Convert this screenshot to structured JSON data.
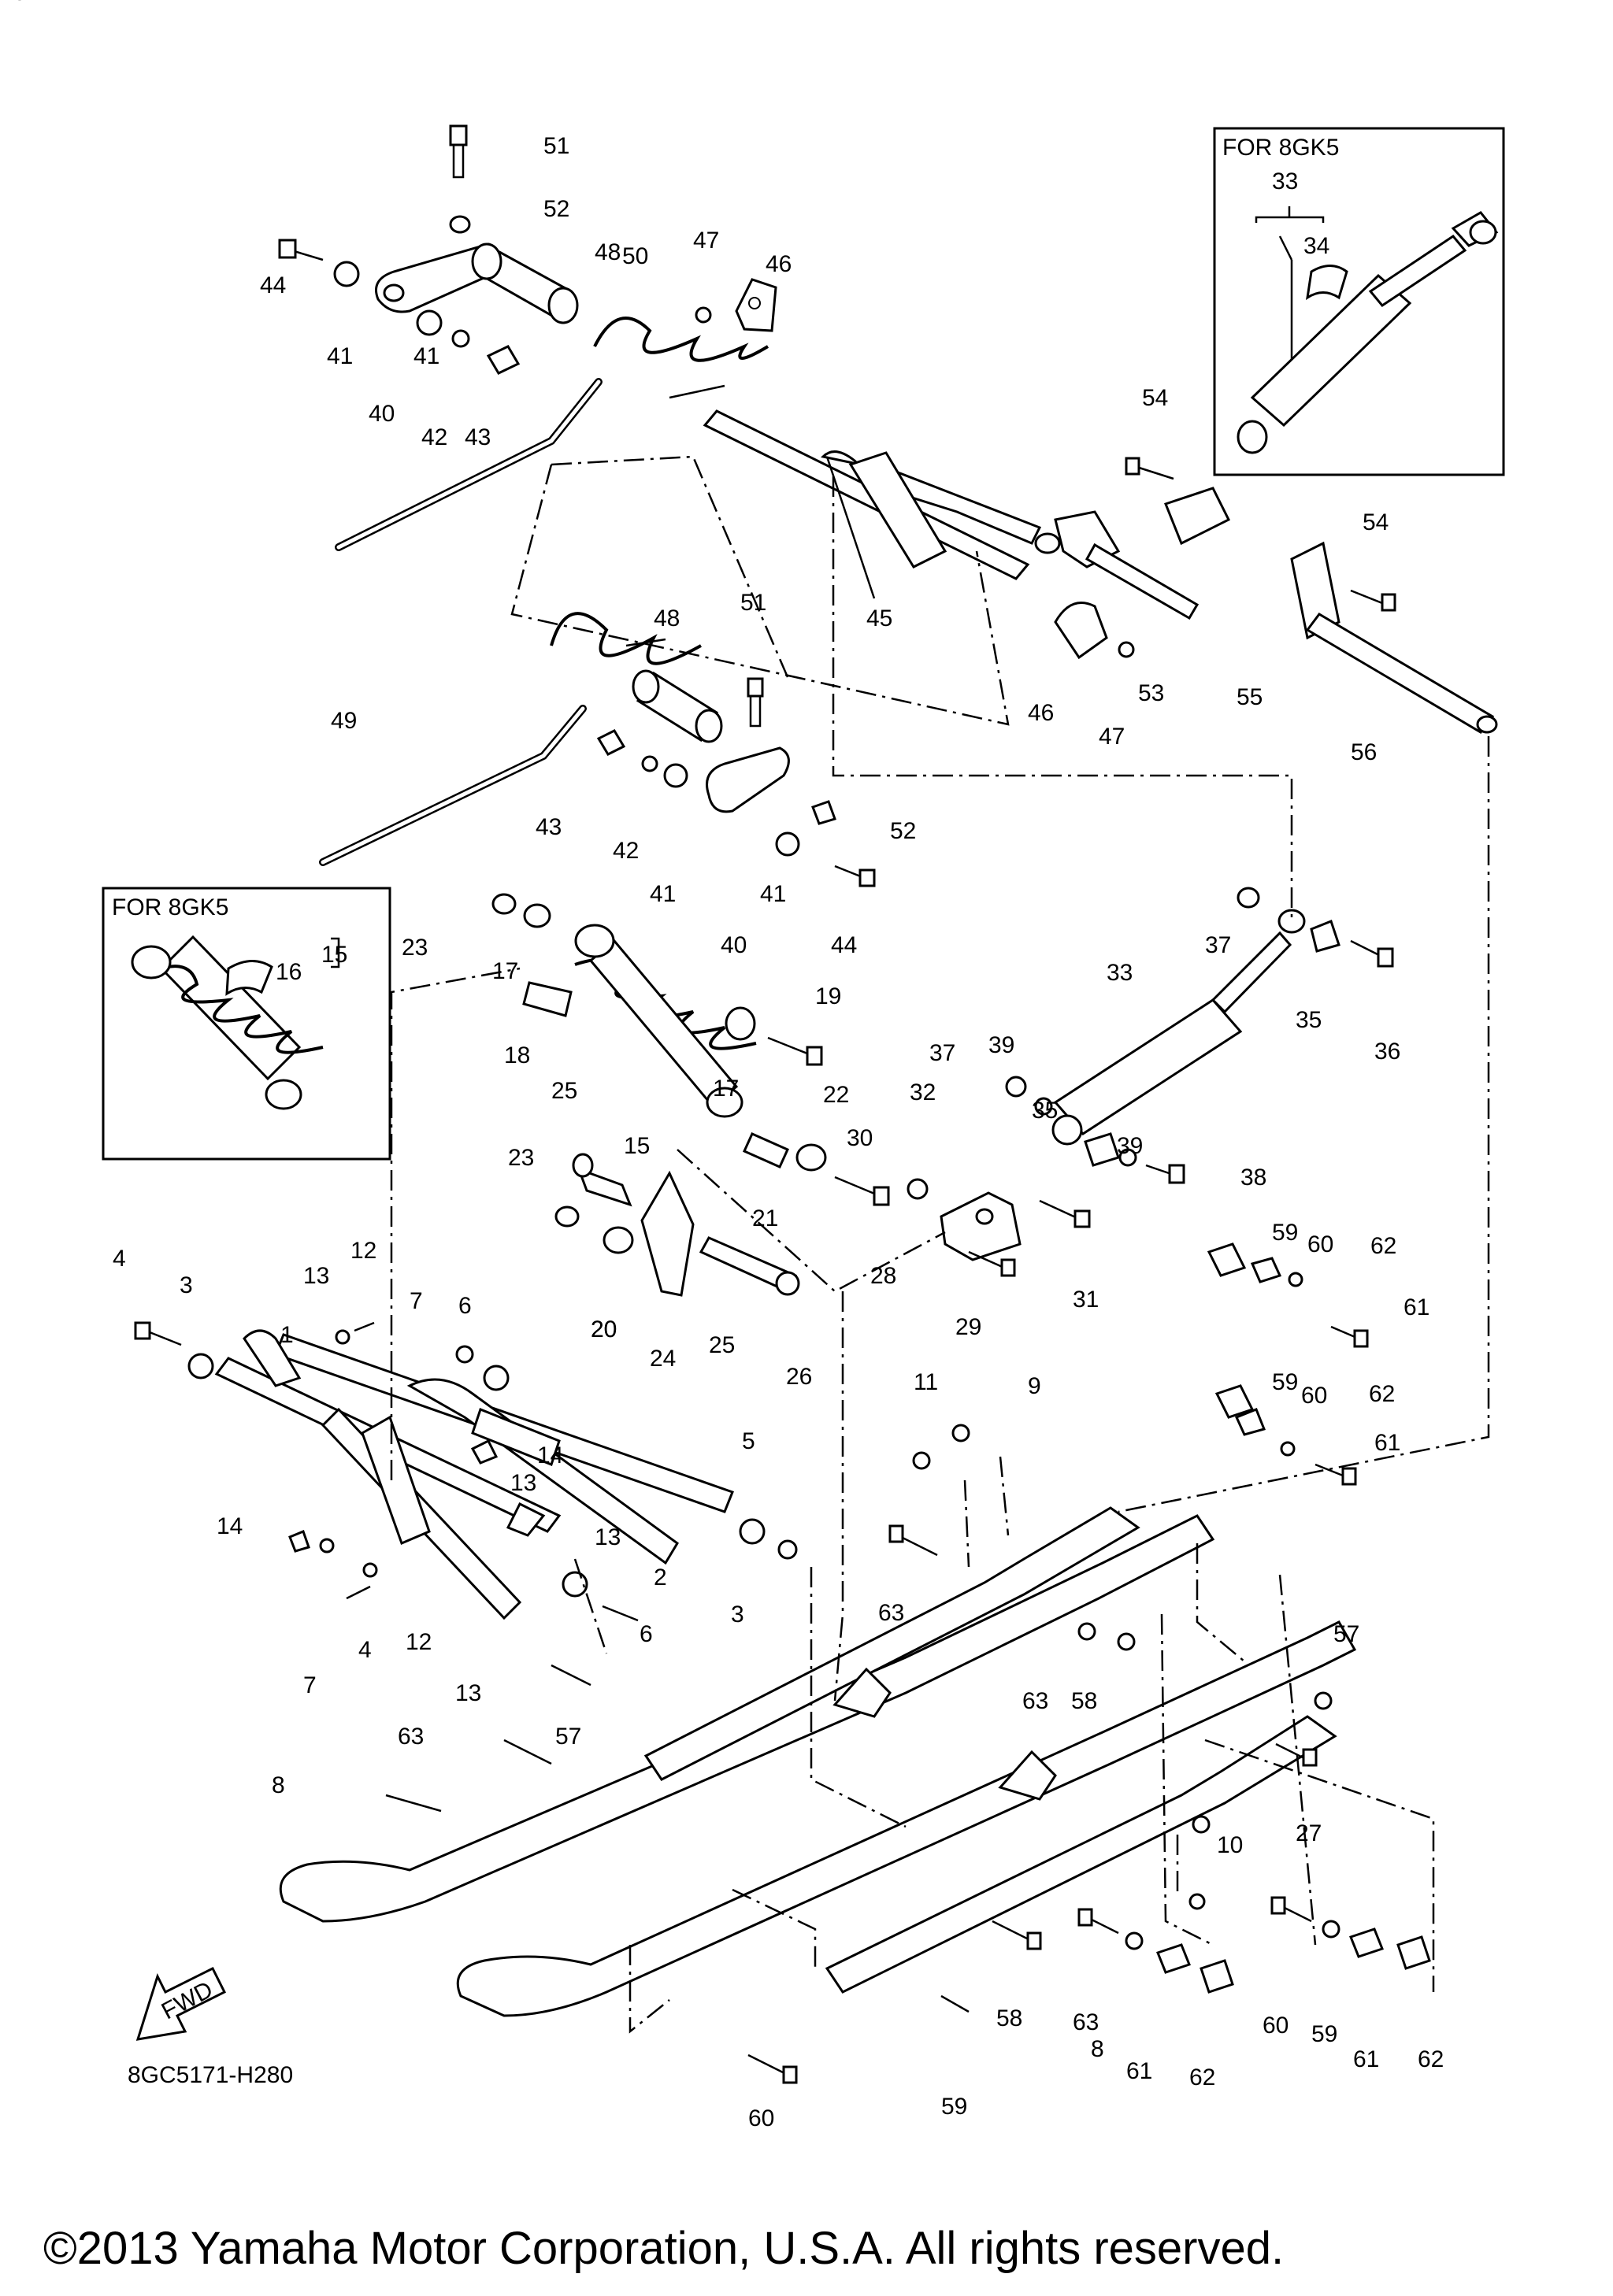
{
  "diagram": {
    "inset_boxes": [
      {
        "title": "FOR 8GK5"
      },
      {
        "title": "FOR 8GK5"
      }
    ],
    "callouts": [
      "51",
      "52",
      "44",
      "41",
      "41",
      "40",
      "48",
      "42",
      "43",
      "50",
      "47",
      "46",
      "33",
      "34",
      "54",
      "54",
      "45",
      "46",
      "47",
      "53",
      "55",
      "56",
      "48",
      "51",
      "49",
      "43",
      "42",
      "41",
      "52",
      "41",
      "40",
      "44",
      "15",
      "16",
      "23",
      "17",
      "18",
      "19",
      "17",
      "37",
      "35",
      "36",
      "33",
      "25",
      "15",
      "23",
      "20",
      "21",
      "22",
      "30",
      "32",
      "37",
      "39",
      "35",
      "39",
      "38",
      "28",
      "31",
      "29",
      "24",
      "25",
      "26",
      "20",
      "59",
      "60",
      "62",
      "61",
      "59",
      "60",
      "62",
      "61",
      "4",
      "3",
      "13",
      "12",
      "7",
      "6",
      "1",
      "14",
      "13",
      "5",
      "14",
      "13",
      "2",
      "3",
      "6",
      "7",
      "4",
      "12",
      "13",
      "11",
      "9",
      "63",
      "63",
      "58",
      "57",
      "57",
      "63",
      "8",
      "27",
      "10",
      "58",
      "63",
      "8",
      "61",
      "62",
      "60",
      "59",
      "61",
      "62",
      "60",
      "59",
      "10",
      "27"
    ],
    "fwd_label": "FWD",
    "drawing_code": "8GC5171-H280",
    "copyright": "©2013 Yamaha Motor Corporation, U.S.A. All rights reserved."
  }
}
